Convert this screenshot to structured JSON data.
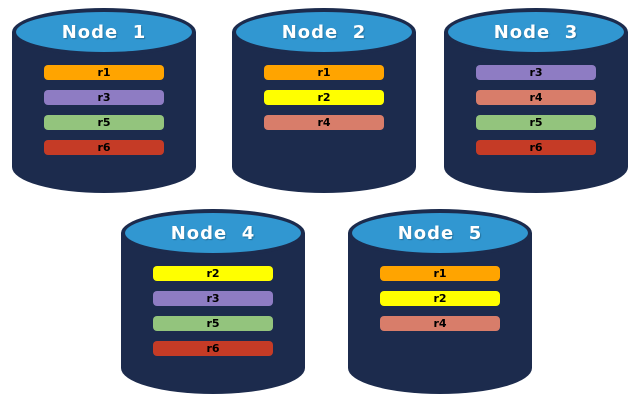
{
  "canvas": {
    "background": "#ffffff"
  },
  "colors": {
    "cylinder_body": "#1C2B4D",
    "cylinder_top": "#3197D1",
    "title_text": "#FFFFFF",
    "bar_text": "#000000"
  },
  "replica_colors": {
    "r1": "#FFA400",
    "r2": "#FFFF00",
    "r3": "#8E7CC3",
    "r4": "#D87D6A",
    "r5": "#93C47D",
    "r6": "#C53B26"
  },
  "nodes": [
    {
      "title": "Node  1",
      "replicas": [
        "r1",
        "r3",
        "r5",
        "r6"
      ]
    },
    {
      "title": "Node  2",
      "replicas": [
        "r1",
        "r2",
        "r4"
      ]
    },
    {
      "title": "Node  3",
      "replicas": [
        "r3",
        "r4",
        "r5",
        "r6"
      ]
    },
    {
      "title": "Node  4",
      "replicas": [
        "r2",
        "r3",
        "r5",
        "r6"
      ]
    },
    {
      "title": "Node  5",
      "replicas": [
        "r1",
        "r2",
        "r4"
      ]
    }
  ]
}
